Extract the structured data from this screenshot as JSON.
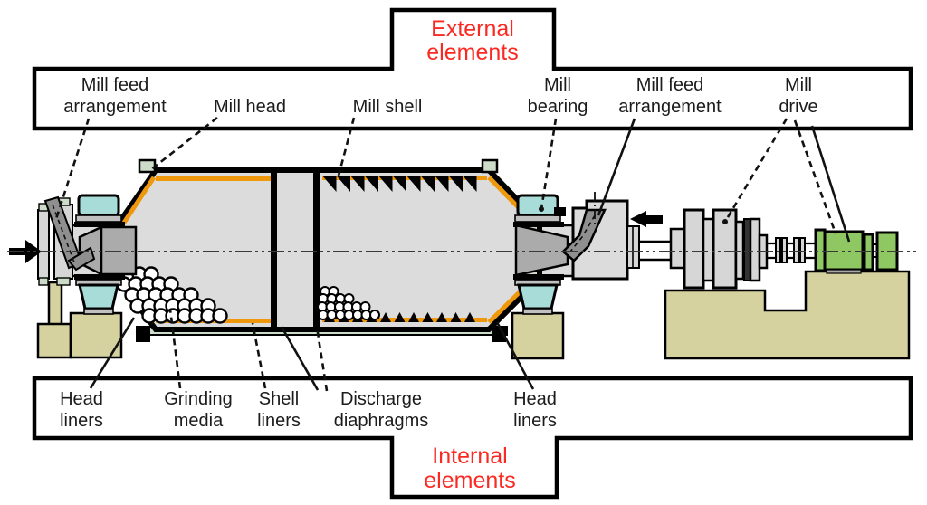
{
  "banners": {
    "external": {
      "lines": [
        "External",
        "elements"
      ]
    },
    "internal": {
      "lines": [
        "Internal",
        "elements"
      ]
    }
  },
  "labels": {
    "top": [
      {
        "id": "mill-feed-arrangement-left",
        "lines": [
          "Mill feed",
          "arrangement"
        ]
      },
      {
        "id": "mill-head",
        "lines": [
          "Mill head"
        ]
      },
      {
        "id": "mill-shell",
        "lines": [
          "Mill shell"
        ]
      },
      {
        "id": "mill-bearing",
        "lines": [
          "Mill",
          "bearing"
        ]
      },
      {
        "id": "mill-feed-arrangement-right",
        "lines": [
          "Mill feed",
          "arrangement"
        ]
      },
      {
        "id": "mill-drive",
        "lines": [
          "Mill",
          "drive"
        ]
      }
    ],
    "bottom": [
      {
        "id": "head-liners-left",
        "lines": [
          "Head",
          "liners"
        ]
      },
      {
        "id": "grinding-media",
        "lines": [
          "Grinding",
          "media"
        ]
      },
      {
        "id": "shell-liners",
        "lines": [
          "Shell",
          "liners"
        ]
      },
      {
        "id": "discharge-diaphragms",
        "lines": [
          "Discharge",
          "diaphragms"
        ]
      },
      {
        "id": "head-liners-right",
        "lines": [
          "Head",
          "liners"
        ]
      }
    ]
  },
  "icons": [
    {
      "name": "feed-input-arrow",
      "glyph": "▶"
    },
    {
      "name": "feed-return-arrow",
      "glyph": "◀"
    }
  ],
  "colors": {
    "red": "#fa2a22",
    "orange": "#f0980c",
    "cyan": "#a8dcd8",
    "khaki": "#d6d2a0",
    "green": "#8fc863",
    "lightgray": "#dcdcdc",
    "blockgray": "#d6d6d6",
    "midgray": "#ababab",
    "darkgray": "#8f8f8f",
    "palegreen": "#ccdcc8",
    "ink": "#1c1c1c"
  }
}
